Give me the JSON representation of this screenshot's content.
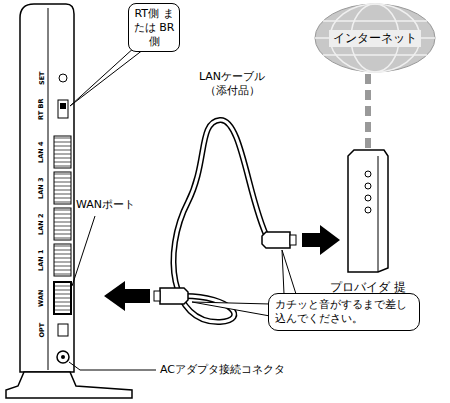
{
  "diagram": {
    "nodes": [
      {
        "text": [
          "インターネット"
        ]
      },
      {
        "text": [
          "プロバイダ 提供機器"
        ]
      },
      {
        "text": [
          "RT側 または BR側"
        ]
      },
      {
        "text": [
          "カチッと音がするまで差し込んでください。"
        ]
      }
    ],
    "edges": [
      {
        "from": 0,
        "to": 1,
        "arrow": "none"
      }
    ],
    "labels": [
      "LANケーブル （添付品）",
      "WANポート",
      "ACアダプタ接続コネクタ",
      "SET",
      "RT BR",
      "LAN 4",
      "LAN 3",
      "LAN 2",
      "LAN 1",
      "WAN",
      "OPT"
    ]
  }
}
